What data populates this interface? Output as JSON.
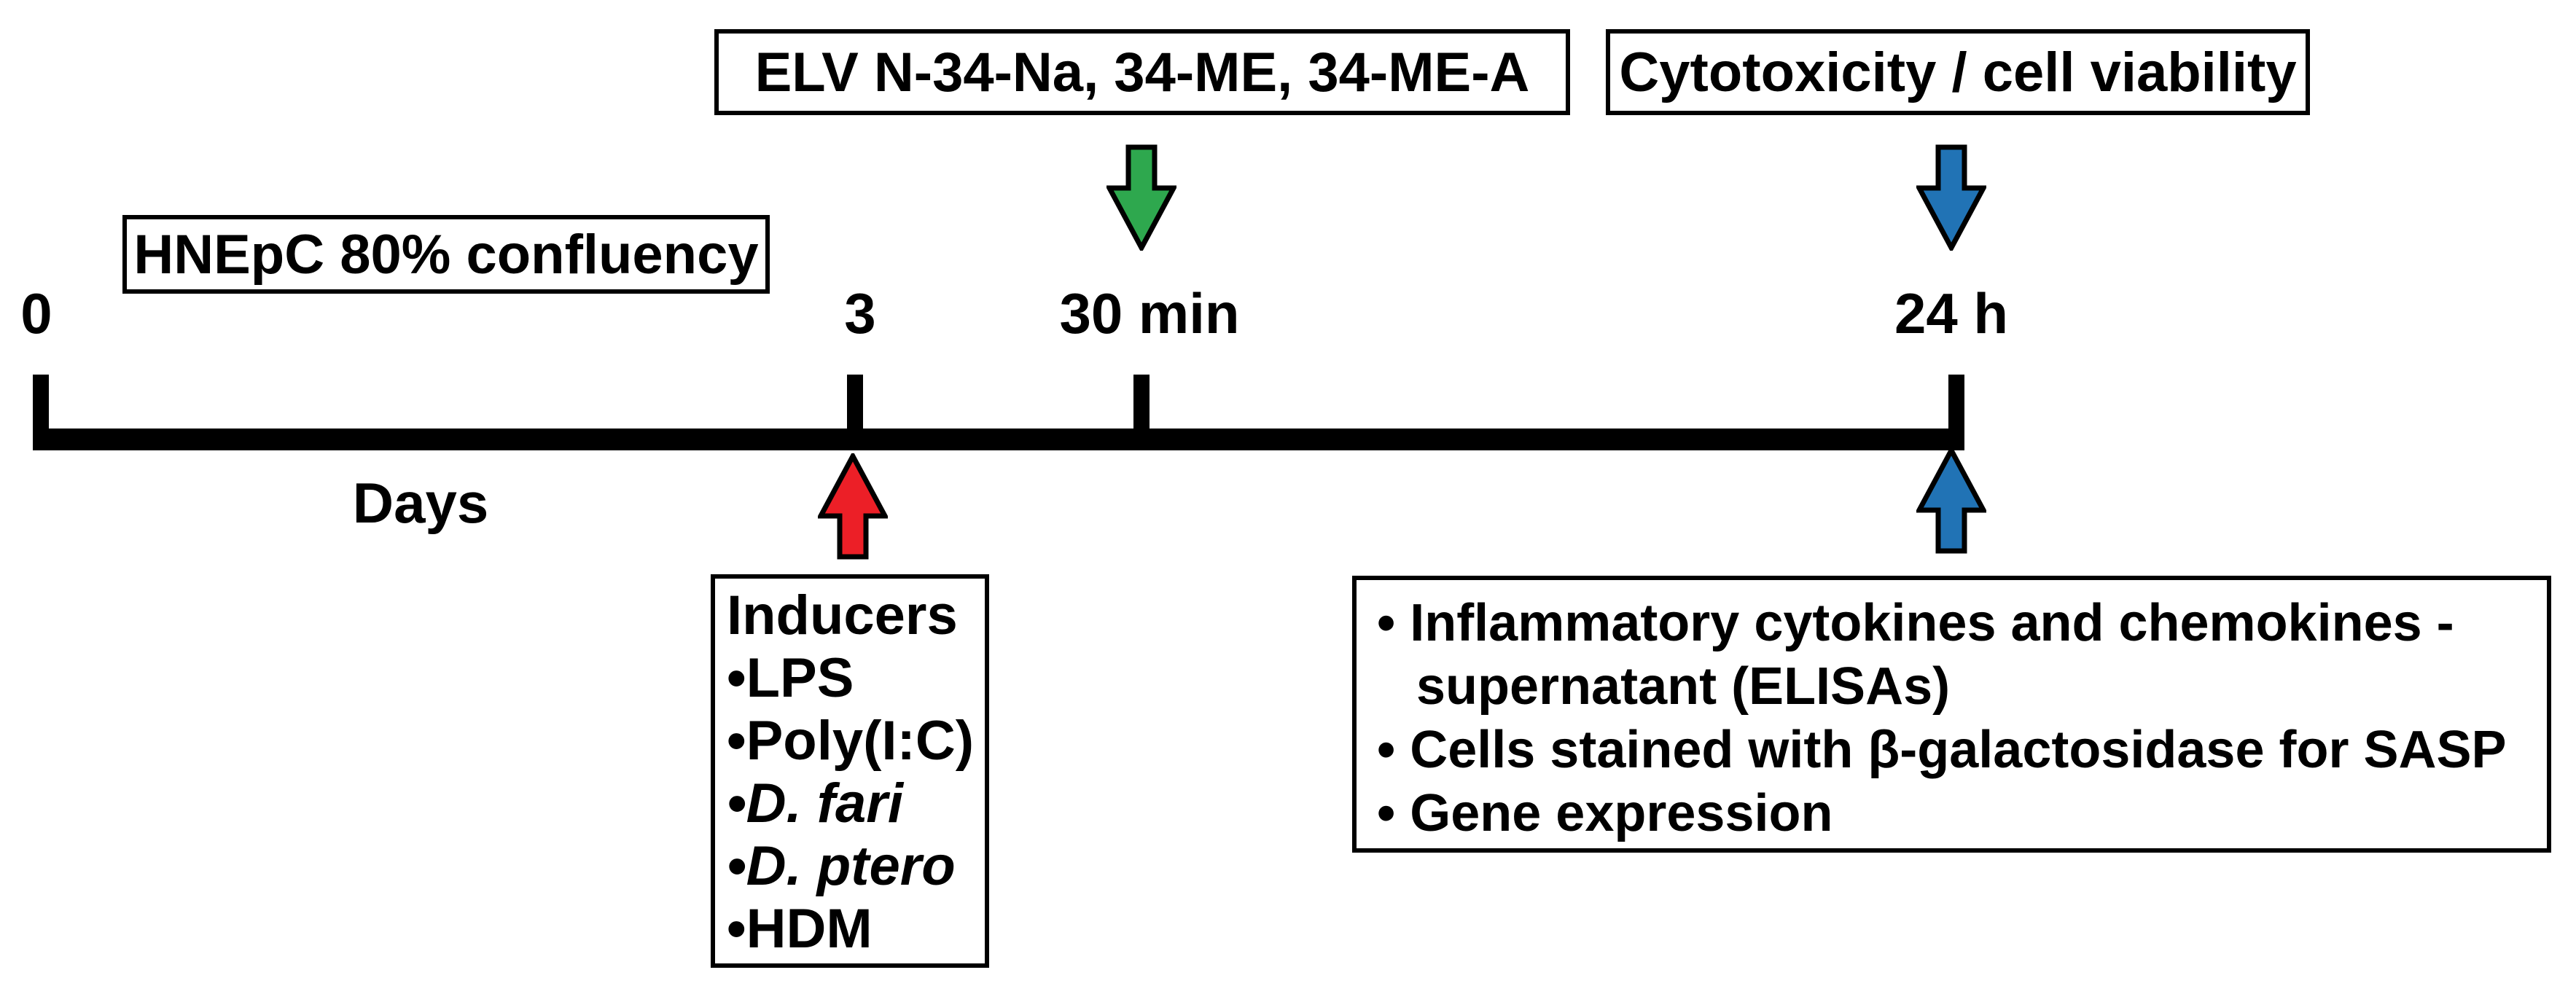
{
  "figure": {
    "boxes": {
      "elv_label": "ELV N-34-Na, 34-ME, 34-ME-A",
      "cytotoxicity_label": "Cytotoxicity / cell viability",
      "confluency_label": "HNEpC 80% confluency"
    },
    "timeline": {
      "tick_labels": [
        "0",
        "3",
        "30 min",
        "24 h"
      ],
      "axis_label": "Days"
    },
    "inducers": {
      "title": "Inducers",
      "items": [
        "•LPS",
        "•Poly(I:C)",
        "•D. fari",
        "•D. ptero",
        "•HDM"
      ]
    },
    "readouts": {
      "lines": [
        "• Inflammatory cytokines and chemokines -",
        "supernatant (ELISAs)",
        "• Cells stained with β-galactosidase for SASP",
        "• Gene expression"
      ]
    },
    "colors": {
      "green_arrow": "#2EA84E",
      "red_arrow": "#EC1F27",
      "blue_arrow": "#2173B5",
      "outline": "#000000"
    }
  }
}
